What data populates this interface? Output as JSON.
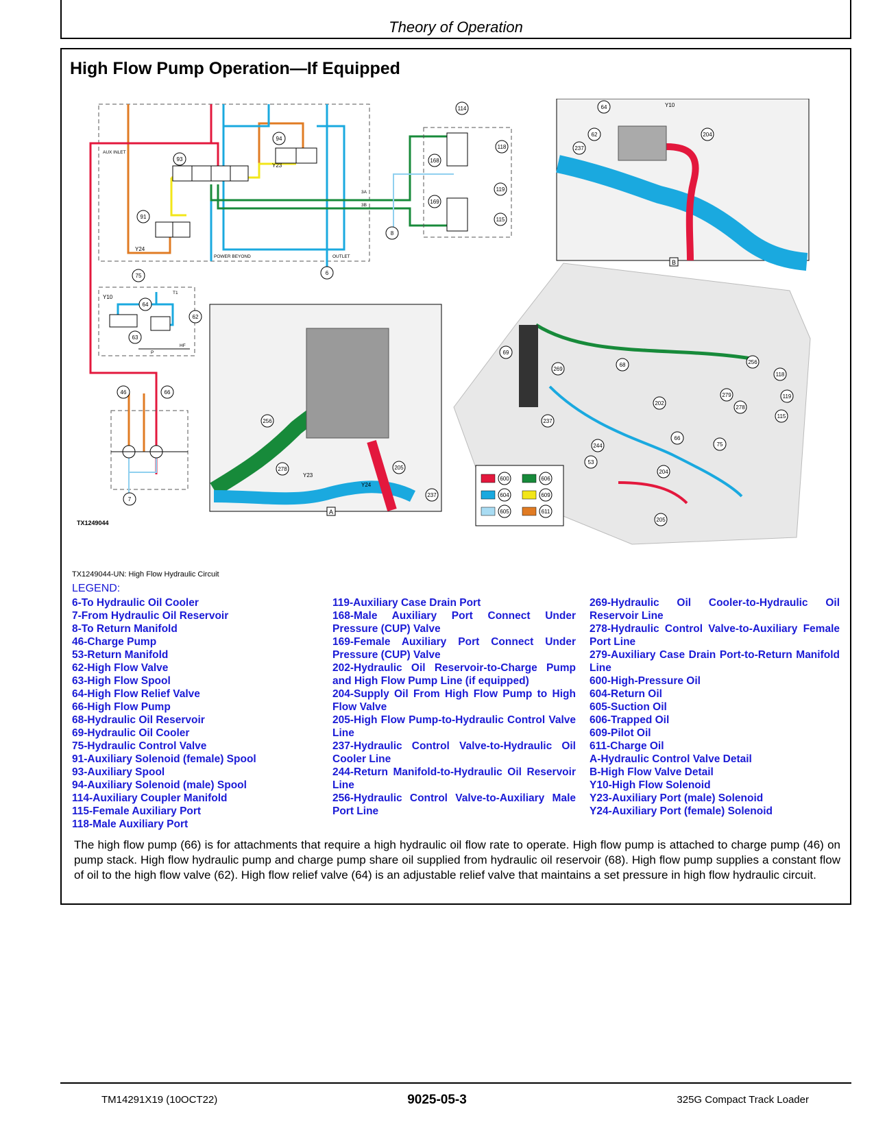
{
  "header": {
    "title": "Theory of Operation"
  },
  "section": {
    "title": "High Flow Pump Operation—If Equipped"
  },
  "figure": {
    "id_label": "TX1249044",
    "caption": "TX1249044-UN: High Flow Hydraulic Circuit",
    "schematic_labels": {
      "aux_inlet": "AUX INLET",
      "power_beyond": "POWER BEYOND",
      "outlet": "OUTLET",
      "port_3a": "3A",
      "port_3b": "3B",
      "t1": "T1",
      "hf": "HF",
      "p": "P",
      "y10": "Y10",
      "y23": "Y23",
      "y24": "Y24"
    },
    "callouts": {
      "c6": "6",
      "c7": "7",
      "c8": "8",
      "c46": "46",
      "c53": "53",
      "c62": "62",
      "c63": "63",
      "c64": "64",
      "c66": "66",
      "c68": "68",
      "c69": "69",
      "c75": "75",
      "c91": "91",
      "c93": "93",
      "c94": "94",
      "c114": "114",
      "c115": "115",
      "c118": "118",
      "c119": "119",
      "c168": "168",
      "c169": "169",
      "c202": "202",
      "c204": "204",
      "c205": "205",
      "c237": "237",
      "c244": "244",
      "c256": "256",
      "c269": "269",
      "c278": "278",
      "c279": "279"
    },
    "detail_labels": {
      "a": "A",
      "b": "B"
    },
    "color_key": [
      {
        "code": "600",
        "color": "#e3183d"
      },
      {
        "code": "604",
        "color": "#1aa9df"
      },
      {
        "code": "605",
        "color": "#a9dcf3"
      },
      {
        "code": "606",
        "color": "#178a3a"
      },
      {
        "code": "609",
        "color": "#f2e619"
      },
      {
        "code": "611",
        "color": "#e07b23"
      }
    ]
  },
  "legend": {
    "heading": "LEGEND:",
    "col1": [
      "6-To Hydraulic Oil Cooler",
      "7-From Hydraulic Oil Reservoir",
      "8-To Return Manifold",
      "46-Charge Pump",
      "53-Return Manifold",
      "62-High Flow Valve",
      "63-High Flow Spool",
      "64-High Flow Relief Valve",
      "66-High Flow Pump",
      "68-Hydraulic Oil Reservoir",
      "69-Hydraulic Oil Cooler",
      "75-Hydraulic Control Valve",
      "91-Auxiliary Solenoid (female) Spool",
      "93-Auxiliary Spool",
      "94-Auxiliary Solenoid (male) Spool",
      "114-Auxiliary Coupler Manifold",
      "115-Female Auxiliary Port",
      "118-Male Auxiliary Port"
    ],
    "col2": [
      "119-Auxiliary Case Drain Port",
      "168-Male Auxiliary Port Connect Under Pressure (CUP) Valve",
      "169-Female Auxiliary Port Connect Under Pressure (CUP) Valve",
      "202-Hydraulic Oil Reservoir-to-Charge Pump and High Flow Pump Line (if equipped)",
      "204-Supply Oil From High Flow Pump to High Flow Valve",
      "205-High Flow Pump-to-Hydraulic Control Valve Line",
      "237-Hydraulic Control Valve-to-Hydraulic Oil Cooler Line",
      "244-Return Manifold-to-Hydraulic Oil Reservoir Line",
      "256-Hydraulic Control Valve-to-Auxiliary Male Port Line"
    ],
    "col3": [
      "269-Hydraulic Oil Cooler-to-Hydraulic Oil Reservoir Line",
      "278-Hydraulic Control Valve-to-Auxiliary Female Port Line",
      "279-Auxiliary Case Drain Port-to-Return Manifold Line",
      "600-High-Pressure Oil",
      "604-Return Oil",
      "605-Suction Oil",
      "606-Trapped Oil",
      "609-Pilot Oil",
      "611-Charge Oil",
      "A-Hydraulic Control Valve Detail",
      "B-High Flow Valve Detail",
      "Y10-High Flow Solenoid",
      "Y23-Auxiliary Port (male) Solenoid",
      "Y24-Auxiliary Port (female) Solenoid"
    ]
  },
  "body": {
    "paragraph": "The high flow pump (66) is for attachments that require a high hydraulic oil flow rate to operate. High flow pump is attached to charge pump (46) on pump stack. High flow hydraulic pump and charge pump share oil supplied from hydraulic oil reservoir (68). High flow pump supplies a constant flow of oil to the high flow valve (62). High flow relief valve (64) is an adjustable relief valve that maintains a set pressure in high flow hydraulic circuit."
  },
  "footer": {
    "left": "TM14291X19 (10OCT22)",
    "center": "9025-05-3",
    "right": "325G Compact Track Loader"
  }
}
